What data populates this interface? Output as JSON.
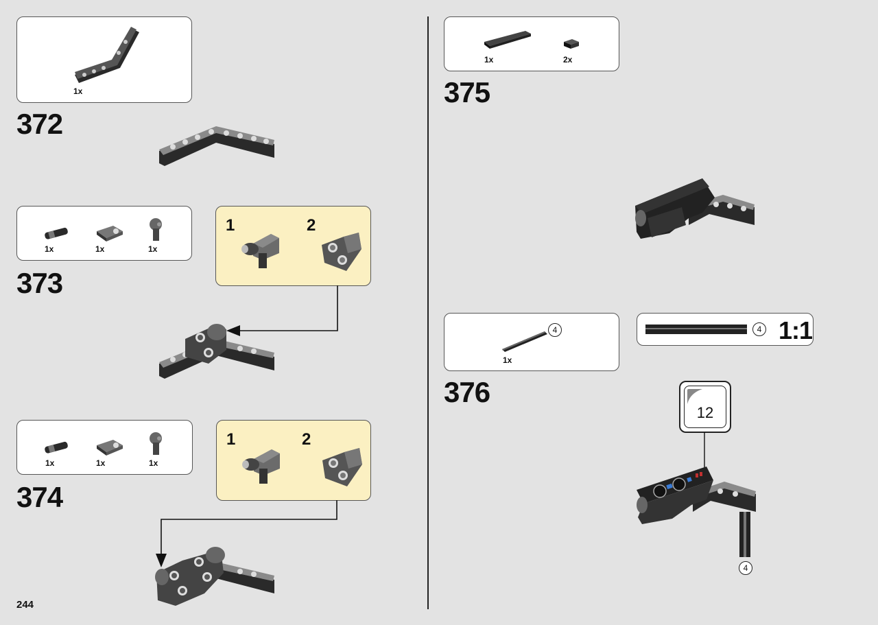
{
  "page": {
    "number": "244"
  },
  "steps": [
    {
      "number": "372",
      "parts": [
        {
          "qty": "1x",
          "icon": "bent-beam-icon"
        }
      ]
    },
    {
      "number": "373",
      "parts": [
        {
          "qty": "1x",
          "icon": "axle-pin-icon"
        },
        {
          "qty": "1x",
          "icon": "plate-hole-icon"
        },
        {
          "qty": "1x",
          "icon": "pin-connector-icon"
        }
      ],
      "subassembly": [
        {
          "number": "1"
        },
        {
          "number": "2"
        }
      ]
    },
    {
      "number": "374",
      "parts": [
        {
          "qty": "1x",
          "icon": "axle-pin-icon"
        },
        {
          "qty": "1x",
          "icon": "plate-hole-icon"
        },
        {
          "qty": "1x",
          "icon": "pin-connector-icon"
        }
      ],
      "subassembly": [
        {
          "number": "1"
        },
        {
          "number": "2"
        }
      ]
    },
    {
      "number": "375",
      "parts": [
        {
          "qty": "1x",
          "icon": "tile-long-icon"
        },
        {
          "qty": "2x",
          "icon": "tile-small-icon"
        }
      ]
    },
    {
      "number": "376",
      "parts": [
        {
          "qty": "1x",
          "icon": "axle-icon",
          "length": "4"
        }
      ],
      "scale": {
        "length": "4",
        "ratio": "1:1"
      },
      "sticker": "12",
      "callout_length": "4"
    }
  ],
  "colors": {
    "page_bg": "#e3e3e3",
    "subassembly_bg": "#fbf0c2",
    "brick_dark": "#2a2a2a",
    "brick_grey": "#6b6b6b"
  }
}
